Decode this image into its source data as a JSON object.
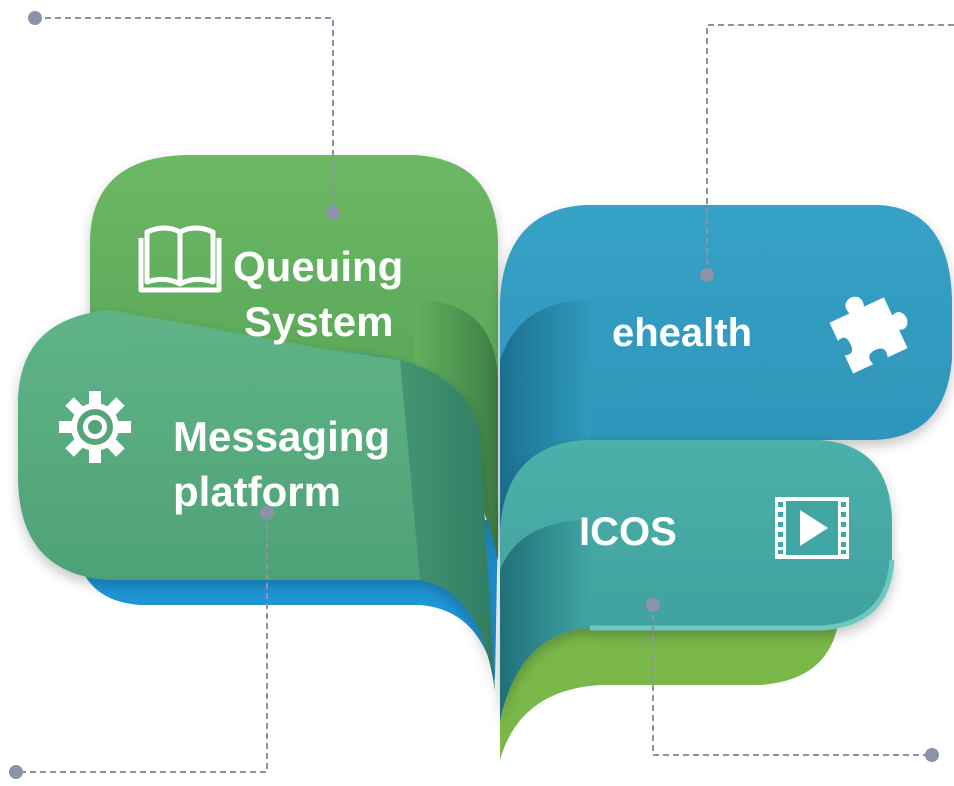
{
  "items": [
    {
      "id": "queuing",
      "lines": [
        "Queuing",
        "System"
      ],
      "icon": "book-icon",
      "color": "#5aa858"
    },
    {
      "id": "messaging",
      "lines": [
        "Messaging",
        "platform"
      ],
      "icon": "gear-icon",
      "color": "#56a578"
    },
    {
      "id": "ehealth",
      "lines": [
        "ehealth"
      ],
      "icon": "puzzle-icon",
      "color": "#2f9bbc"
    },
    {
      "id": "icos",
      "lines": [
        "ICOS"
      ],
      "icon": "film-play-icon",
      "color": "#3fa6a4"
    }
  ],
  "colors": {
    "connector": "#8a93a8",
    "underlay_blue": "#1e95d6",
    "underlay_green": "#7ab84a"
  }
}
